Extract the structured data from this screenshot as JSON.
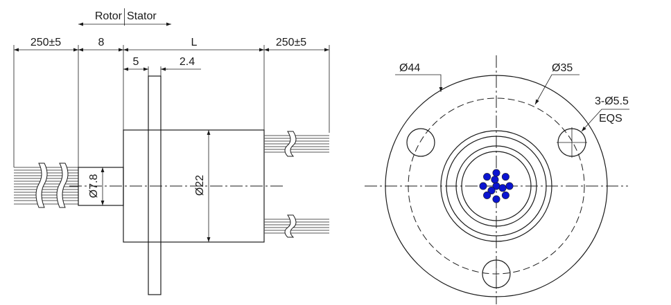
{
  "side_view": {
    "rotor_label": "Rotor",
    "stator_label": "Stator",
    "dim_lead_left": "250±5",
    "dim_rotor_len": "8",
    "dim_body_len": "L",
    "dim_lead_right": "250±5",
    "dim_flange_pos": "5",
    "dim_flange_thk": "2.4",
    "dim_rotor_dia": "Ø7.8",
    "dim_body_dia": "Ø22"
  },
  "front_view": {
    "dim_flange_dia": "Ø44",
    "dim_bolt_circle": "Ø35",
    "dim_holes": "3-Ø5.5",
    "dim_holes_note": "EQS",
    "contact_color": "#0a14d0",
    "contact_count": 12
  }
}
